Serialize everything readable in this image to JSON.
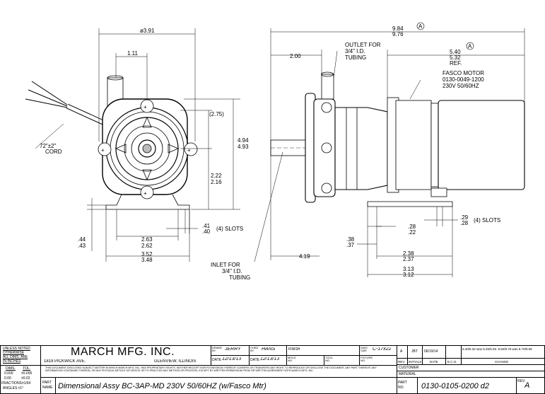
{
  "dims": {
    "dia_391": "ø3.91",
    "d111": "1.11",
    "d275": "(2.75)",
    "d494": "4.94",
    "d493": "4.93",
    "d222": "2.22",
    "d216": "2.16",
    "cord": "72\"±2\"",
    "cord_label": "CORD",
    "d044": ".44",
    "d043": ".43",
    "d263": "2.63",
    "d262": "2.62",
    "d352": "3.52",
    "d348": "3.48",
    "d041": ".41",
    "d040": ".40",
    "slots_left": "(4) SLOTS",
    "inlet_1": "INLET FOR",
    "inlet_2": "3/4\" I.D.",
    "inlet_3": "TUBING",
    "d984": "9.84",
    "d976": "9.76",
    "rev_a1": "A",
    "rev_a2": "A",
    "d540": "5.40",
    "d532": "5.32",
    "ref": "REF.",
    "d200": "2.00",
    "outlet_1": "OUTLET FOR",
    "outlet_2": "3/4\" I.D.",
    "outlet_3": "TUBING",
    "motor_1": "FASCO MOTOR",
    "motor_2": "0130-0049-1200",
    "motor_3": "230V 50/60HZ",
    "d029": ".29",
    "d028": ".28",
    "slots_right": "(4) SLOTS",
    "d028b": ".28",
    "d022": ".22",
    "d038": ".38",
    "d037": ".37",
    "d419": "4.19",
    "d238": "2.38",
    "d237": "2.37",
    "d313": "3.13",
    "d312": "3.12"
  },
  "title_block": {
    "unless_1": "UNLESS NOTED",
    "unless_2": "OTHERWISE",
    "unless_3": "ALL DIMS. ARE",
    "unless_4": "IN INCHES",
    "dims": "DIMS.",
    "tol": "TOL.",
    "tol_1a": "0.000",
    "tol_1b": "±0.005",
    "tol_2a": "0.00",
    "tol_2b": "±0.03",
    "fractions": "FRACTIONS±1/64",
    "angles": "ANGLES  ±1°",
    "company": "MARCH MFG. INC.",
    "address": "1819 PICKWICK AVE.",
    "city": "GLENVIEW, ILLINOIS",
    "drawn_by_label": "DRAWN BY",
    "drawn_by": "JERRY",
    "chkd_by_label": "CHKD BY",
    "chkd_by": "HANS",
    "finish_label": "FINISH",
    "date_label": "DATE",
    "date1": "12/13/13",
    "date_label2": "DATE",
    "date2": "12/13/13",
    "mold_label": "MOLD NO.",
    "tool_label": "TOOL NO.",
    "fixture_label": "FIXTURE NO.",
    "dwg_size_label": "DWG SIZE",
    "dwg_size": "C-17x22",
    "legal": "THIS DOCUMENT DISCLOSED SUBJECT MATTER IN WHICH MARCH MFG. INC. HAS PROPRIETARY RIGHTS. NEITHER RECEIPT NOR POSSESSION THEREOF CONFERS OR TRANSFERS ANY RIGHT TO REPRODUCE OR DISCLOSE THE DOCUMENT, ANY PART THEREOF, ANY INFORMATION CONTAINED THEREIN, OR ANY PHYSICAL ARTICLE OR DEVICE OR TO PRACTICE ANY METHOD OR PROCESS, EXCEPT BY WRITTEN PERMISSION FROM OR WRITTEN AGREEMENT WITH MARCH MFG. INC.",
    "part_name_label_1": "PART",
    "part_name_label_2": "NAME",
    "part_name": "Dimensional Assy BC-3AP-MD 230V 50/60HZ (w/Fasco Mtr)",
    "rev_letter": "A",
    "rev_by": "JBT",
    "rev_date": "06/19/14",
    "rev_change": "5.40/5.32 was 5.26/5.25. 9.84/9.76 was 9.70/9.69",
    "rev_hdr": "REV.",
    "initials_hdr": "INITIALS",
    "date_hdr": "DATE",
    "eco_hdr": "E.C.O.",
    "change_hdr": "CHANGE",
    "customer": "CUSTOMER",
    "material": "MATERIAL",
    "part_no_label_1": "PART",
    "part_no_label_2": "NO.",
    "part_no": "0130-0105-0200  d2",
    "rev_label": "REV.",
    "rev_value": "A"
  }
}
